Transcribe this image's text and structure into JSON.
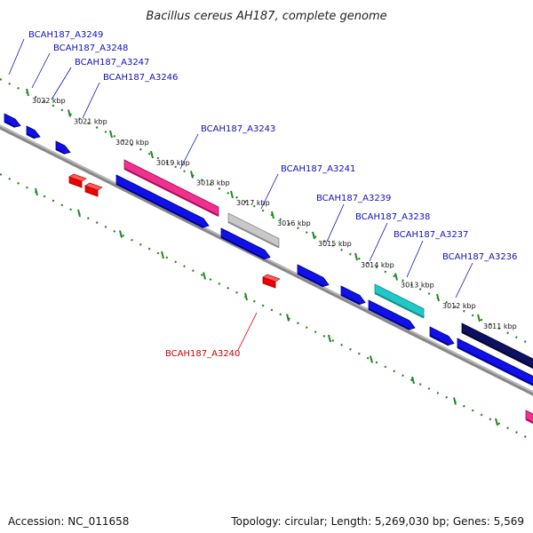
{
  "title": "Bacillus cereus AH187, complete genome",
  "footer": {
    "accession": "Accession: NC_011658",
    "summary": "Topology: circular; Length: 5,269,030 bp; Genes: 5,569"
  },
  "colors": {
    "backbone": "#8a8a8a",
    "ticks": "#1f8a1f",
    "label_plus": "#1010c0",
    "label_minus": "#cc0000"
  },
  "ticks": [
    "3022 kbp",
    "3021 kbp",
    "3020 kbp",
    "3019 kbp",
    "3018 kbp",
    "3017 kbp",
    "3016 kbp",
    "3015 kbp",
    "3014 kbp",
    "3013 kbp",
    "3012 kbp",
    "3011 kbp"
  ],
  "gene_labels": [
    {
      "text": "BCAH187_A3249",
      "strand": "plus"
    },
    {
      "text": "BCAH187_A3248",
      "strand": "plus"
    },
    {
      "text": "BCAH187_A3247",
      "strand": "plus"
    },
    {
      "text": "BCAH187_A3246",
      "strand": "plus"
    },
    {
      "text": "BCAH187_A3243",
      "strand": "plus"
    },
    {
      "text": "BCAH187_A3241",
      "strand": "plus"
    },
    {
      "text": "BCAH187_A3239",
      "strand": "plus"
    },
    {
      "text": "BCAH187_A3238",
      "strand": "plus"
    },
    {
      "text": "BCAH187_A3237",
      "strand": "plus"
    },
    {
      "text": "BCAH187_A3236",
      "strand": "plus"
    },
    {
      "text": "BCAH187_A3240",
      "strand": "minus"
    }
  ]
}
